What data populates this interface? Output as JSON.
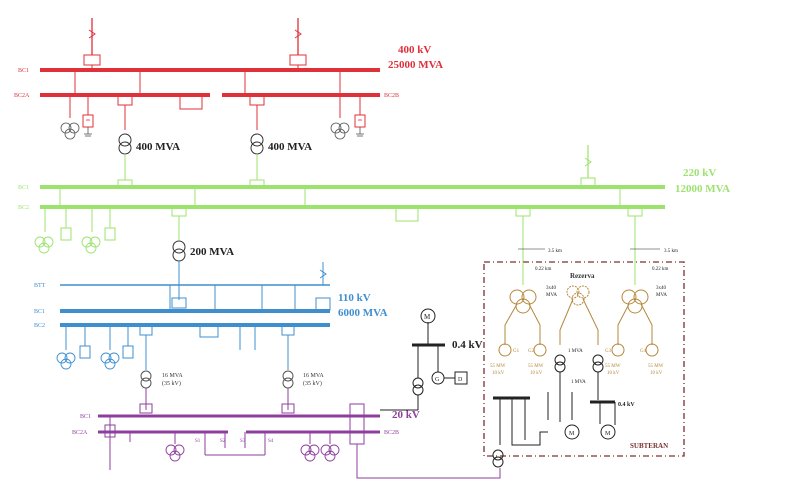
{
  "colors": {
    "red": "#e0303a",
    "green": "#9ce36e",
    "blue": "#3f8fcf",
    "purple": "#8e3f9e",
    "brown": "#b5883c",
    "dark": "#222222",
    "frame": "#7a3030"
  },
  "levels": {
    "kv400": {
      "voltage": "400 kV",
      "power": "25000 MVA",
      "bus_labels": [
        "BC1",
        "BC2A",
        "BC2B"
      ]
    },
    "kv220": {
      "voltage": "220 kV",
      "power": "12000 MVA",
      "bus_labels": [
        "BC1",
        "BC2"
      ]
    },
    "kv110": {
      "voltage": "110 kV",
      "power": "6000 MVA",
      "bus_labels": [
        "BTT",
        "BC1",
        "BC2"
      ]
    },
    "kv20": {
      "voltage": "20 kV",
      "bus_labels": [
        "BC1",
        "BC2A",
        "BC2B"
      ],
      "switches": [
        "S1",
        "S2",
        "S3",
        "S4"
      ]
    }
  },
  "transformers": {
    "t400_left": "400 MVA",
    "t400_right": "400 MVA",
    "t200": "200 MVA",
    "t16_left": "16 MVA",
    "t16_left_kv": "(35 kV)",
    "t16_right": "16 MVA",
    "t16_right_kv": "(35 kV)"
  },
  "lv_section": {
    "voltage_top": "0.4 kV",
    "motor": "M",
    "generator": "G",
    "diesel": "D"
  },
  "subteran": {
    "title": "SUBTERAN",
    "reserve": "Rezerva",
    "line_left": "3.5 km",
    "line_right": "3.5 km",
    "cable_left": "0.22 km",
    "cable_right": "0.22 km",
    "tr_left": "3x40",
    "tr_left_unit": "MVA",
    "tr_right": "3x40",
    "tr_right_unit": "MVA",
    "gen_left_a": "G1",
    "gen_left_b": "G2",
    "gen_right_a": "G3",
    "gen_right_b": "G4",
    "gen_mw": "55 MW",
    "gen_kv": "10 kV",
    "aux_tr": "1 MVA",
    "aux_tr2": "1 MVA",
    "aux_voltage": "0.4 kV",
    "motor": "M"
  }
}
